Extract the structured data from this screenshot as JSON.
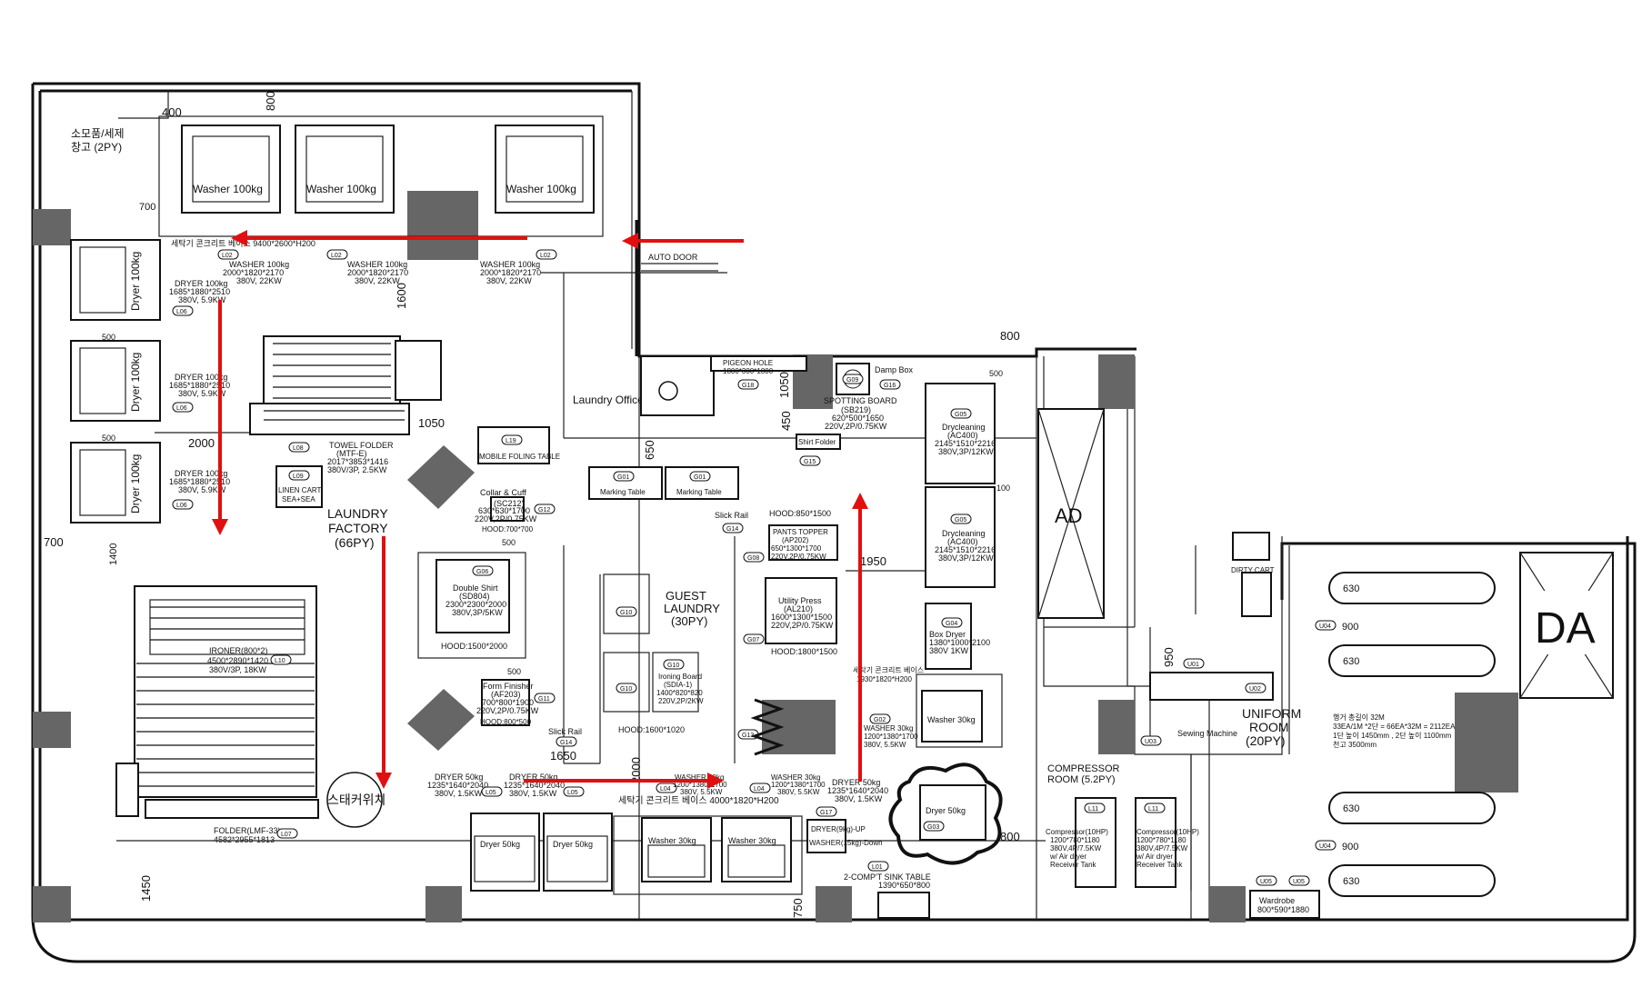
{
  "colors": {
    "flow_arrow": "#e01010",
    "column": "#666666",
    "line": "#111111"
  },
  "rooms": {
    "storage": [
      "소모품/세제",
      "창고 (2PY)"
    ],
    "laundry_factory": [
      "LAUNDRY",
      "FACTORY",
      "(66PY)"
    ],
    "guest_laundry": [
      "GUEST",
      "LAUNDRY",
      "(30PY)"
    ],
    "laundry_office": "Laundry Office",
    "uniform_room": [
      "UNIFORM",
      "ROOM",
      "(20PY)"
    ],
    "compressor_room": [
      "COMPRESSOR",
      "ROOM (5.2PY)"
    ],
    "ad": "AD",
    "da": "DA"
  },
  "dims": {
    "d400": "400",
    "d800_top": "800",
    "d700_top": "700",
    "d1600": "1600",
    "d500_a": "500",
    "d500_b": "500",
    "d2000": "2000",
    "d700_left": "700",
    "d1400": "1400",
    "d1050_a": "1050",
    "d1450": "1450",
    "d800_mid": "800",
    "d500_mid": "500",
    "d1050_b": "1050",
    "d450": "450",
    "d650": "650",
    "d100": "100",
    "d1950": "1950",
    "d500_c": "500",
    "d500_d": "500",
    "d1650": "1650",
    "d2000_b": "2000",
    "d750": "750",
    "d800_bot": "800",
    "d950": "950",
    "d900_a": "900",
    "d900_b": "900",
    "d630_1": "630",
    "d630_2": "630",
    "d630_3": "630",
    "d630_4": "630"
  },
  "equipment": {
    "washer100_label": "Washer 100kg",
    "dryer100_label": "Dryer 100kg",
    "dryer50_label": "Dryer 50kg",
    "washer30_label": "Washer 30kg",
    "concrete_base_top": "세탁기 콘크리트 베이스 9400*2600*H200",
    "auto_door": "AUTO DOOR",
    "washer100_spec": [
      "WASHER 100kg",
      "2000*1820*2170",
      "380V, 22KW"
    ],
    "dryer100_spec": [
      "DRYER 100kg",
      "1685*1880*2510",
      "380V, 5.9KW"
    ],
    "towel_folder": [
      "TOWEL FOLDER",
      "(MTF-E)",
      "2017*3853*1416",
      "380V/3P, 2.5KW"
    ],
    "linen_cart": [
      "LINEN CART",
      "SEA+SEA"
    ],
    "mobile_folding_table": "MOBILE FOLING TABLE",
    "collar_cuff": [
      "Collar & Cuff",
      "(SC212)",
      "630*630*1700",
      "220V,2P/0.75KW",
      "HOOD:700*700"
    ],
    "double_shirt": [
      "Double Shirt",
      "(SD804)",
      "2300*2300*2000",
      "380V,3P/5KW",
      "HOOD:1500*2000"
    ],
    "form_finisher": [
      "Form Finisher",
      "(AF203)",
      "700*800*1900",
      "220V,2P/0.75KW",
      "HOOD:800*500"
    ],
    "ironer": [
      "IRONER(800*2)",
      "4500*2890*1420",
      "380V/3P, 18KW"
    ],
    "folder": [
      "FOLDER(LMF-33)",
      "4582*2955*1813"
    ],
    "staker": "스태커위치",
    "dryer50_spec": [
      "DRYER 50kg",
      "1235*1640*2040",
      "380V, 1.5KW"
    ],
    "concrete_base_mid": "세탁기 콘크리트 베이스 4000*1820*H200",
    "washer30_spec": [
      "WASHER 30kg",
      "1200*1380*1700",
      "380V, 5.5KW"
    ],
    "pigeon_hole": [
      "PIGEON HOLE",
      "1800*300*1800"
    ],
    "damp_box": "Damp Box",
    "spotting_board": [
      "SPOTTING BOARD",
      "(SB219)",
      "620*500*1650",
      "220V,2P/0.75KW"
    ],
    "shirt_folder": "Shirt Folder",
    "marking_table": "Marking Table",
    "drycleaning": [
      "Drycleaning",
      "(AC400)",
      "2145*1510*2216",
      "380V,3P/12KW"
    ],
    "hood_850": "HOOD:850*1500",
    "pants_topper": [
      "PANTS TOPPER",
      "(AP202)",
      "650*1300*1700",
      "220V,2P/0.75KW"
    ],
    "utility_press": [
      "Utility Press",
      "(AL210)",
      "1600*1300*1500",
      "220V,2P/0.75KW"
    ],
    "hood_1800": "HOOD:1800*1500",
    "box_dryer": [
      "Box Dryer",
      "1380*1000*2100",
      "380V 1KW"
    ],
    "ironing_board": [
      "Ironing Board",
      "(SDIA-1)",
      "1400*820*820",
      "220V,2P/2KW"
    ],
    "hood_1600": "HOOD:1600*1020",
    "slick_rail": "Slick Rail",
    "concrete_base_right": [
      "세탁기 콘크리트 베이스",
      "1930*1820*H200"
    ],
    "dryer9": "DRYER(9kg)-UP",
    "washer15": "WASHER(15kg)-Down",
    "sink": [
      "2-COMP'T SINK TABLE",
      "1390*650*800"
    ],
    "compressor": [
      "Compressor(10HP)",
      "1200*780*1180",
      "380V,4P/7.5KW",
      "w/ Air dryer",
      "Receiver Tank"
    ],
    "dirty_cart": "DIRTY CART",
    "sewing_machine": "Sewing Machine",
    "wardrobe": [
      "Wardrobe",
      "800*590*1880"
    ],
    "hanger_note": [
      "행거 총길이 32M",
      "33EA/1M *2단 = 66EA*32M = 2112EA",
      "1단 높이 1450mm , 2단 높이 1100mm",
      "천고 3500mm"
    ]
  },
  "tags": {
    "L02": "L02",
    "L06": "L06",
    "L08": "L08",
    "L09": "L09",
    "L10": "L10",
    "L05": "L05",
    "L04": "L04",
    "L07": "L07",
    "L01": "L01",
    "L11": "L11",
    "L19": "L19",
    "G01": "G01",
    "G02": "G02",
    "G03": "G03",
    "G04": "G04",
    "G05": "G05",
    "G06": "G06",
    "G07": "G07",
    "G08": "G08",
    "G09": "G09",
    "G10": "G10",
    "G11": "G11",
    "G12": "G12",
    "G13": "G13",
    "G14": "G14",
    "G15": "G15",
    "G16": "G16",
    "G17": "G17",
    "G18": "G18",
    "U01": "U01",
    "U02": "U02",
    "U03": "U03",
    "U04": "U04",
    "U05": "U05"
  }
}
